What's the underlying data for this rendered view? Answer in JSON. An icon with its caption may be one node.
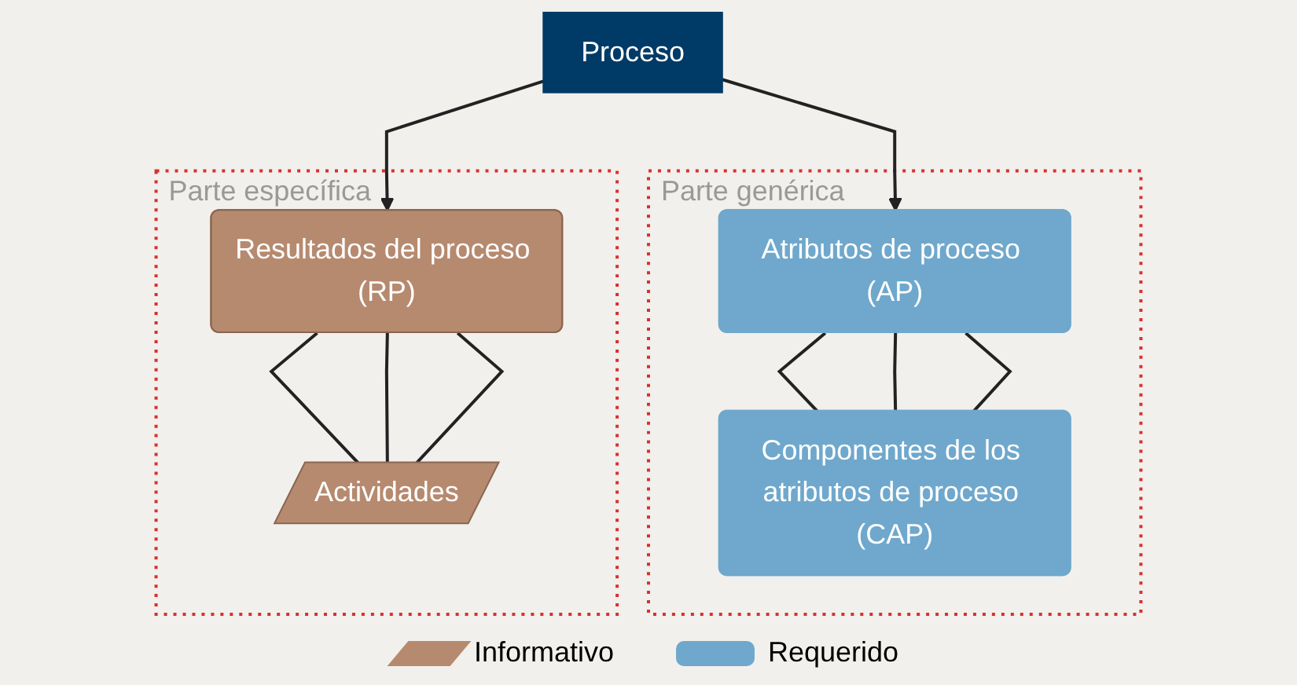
{
  "diagram": {
    "nodes": [
      {
        "text": [
          "Proceso"
        ]
      },
      {
        "text": [
          "Parte específica"
        ]
      },
      {
        "text": [
          "Resultados del proceso (RP)"
        ],
        "in": 1
      },
      {
        "text": [
          "Actividades"
        ],
        "in": 1
      },
      {
        "text": [
          "Parte genérica"
        ]
      },
      {
        "text": [
          "Atributos de proceso (AP)"
        ],
        "in": 4
      },
      {
        "text": [
          "Componentes de los atributos de proceso (CAP)"
        ],
        "in": 4
      }
    ],
    "edges": [
      {
        "from": 0,
        "to": 2,
        "arrow": "to"
      },
      {
        "from": 0,
        "to": 5,
        "arrow": "to"
      },
      {
        "from": 2,
        "to": 3,
        "arrow": "none"
      },
      {
        "from": 2,
        "to": 3,
        "arrow": "none"
      },
      {
        "from": 2,
        "to": 3,
        "arrow": "none"
      },
      {
        "from": 5,
        "to": 6,
        "arrow": "none"
      },
      {
        "from": 5,
        "to": 6,
        "arrow": "none"
      },
      {
        "from": 5,
        "to": 6,
        "arrow": "none"
      }
    ],
    "legend": [
      {
        "text": "Informativo",
        "color": "#b68a6f"
      },
      {
        "text": "Requerido",
        "color": "#6fa8cc"
      }
    ]
  }
}
